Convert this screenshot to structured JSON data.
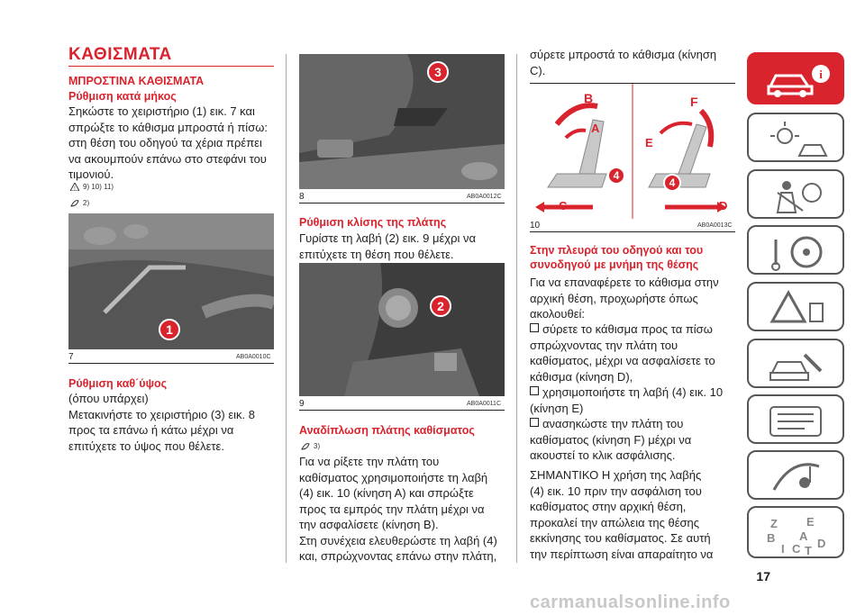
{
  "section": {
    "title": "ΚΑΘΙΣΜΑΤΑ"
  },
  "col1": {
    "subtitle": "ΜΠΡΟΣΤΙΝΑ ΚΑΘΙΣΜΑΤΑ",
    "heading1": "Ρύθμιση κατά μήκος",
    "para1": [
      "Σηκώστε το χειριστήριο (1) εικ. 7 και",
      "σπρώξτε το κάθισμα μπροστά ή πίσω:",
      "στη θέση του οδηγού τα χέρια πρέπει",
      "να ακουμπούν επάνω στο στεφάνι του",
      "τιμονιού."
    ],
    "warn_refs": "9) 10) 11)",
    "note_refs": "2)",
    "fig7": {
      "num": "7",
      "code": "AB0A0010C",
      "badge": "1"
    },
    "heading2": "Ρύθμιση καθ΄ύψος",
    "para2": [
      "(όπου υπάρχει)",
      "Μετακινήστε το χειριστήριο (3) εικ. 8",
      "προς τα επάνω ή κάτω μέχρι να",
      "επιτύχετε το ύψος που θέλετε."
    ]
  },
  "col2": {
    "fig8": {
      "num": "8",
      "code": "AB0A0012C",
      "badge": "3"
    },
    "heading1": "Ρύθμιση κλίσης της πλάτης",
    "para1": [
      "Γυρίστε τη λαβή (2) εικ. 9 μέχρι να",
      "επιτύχετε τη θέση που θέλετε."
    ],
    "fig9": {
      "num": "9",
      "code": "AB0A0011C",
      "badge": "2"
    },
    "heading2": "Αναδίπλωση πλάτης καθίσματος",
    "note_refs": "3)",
    "para2": [
      "Για να ρίξετε την πλάτη του",
      "καθίσματος χρησιμοποιήστε τη λαβή",
      "(4) εικ. 10 (κίνηση Α) και σπρώξτε",
      "προς τα εμπρός την πλάτη μέχρι να",
      "την ασφαλίσετε (κίνηση Β).",
      "Στη συνέχεια ελευθερώστε τη λαβή (4)",
      "και, σπρώχνοντας επάνω στην πλάτη,"
    ]
  },
  "col3": {
    "para1": [
      "σύρετε μπροστά το κάθισμα (κίνηση",
      "C)."
    ],
    "fig10": {
      "num": "10",
      "code": "AB0A0013C",
      "labels": [
        "B",
        "A",
        "4",
        "C",
        "F",
        "E",
        "4",
        "D"
      ]
    },
    "heading1": [
      "Στην πλευρά του οδηγού και του",
      "συνοδηγού με μνήμη της θέσης"
    ],
    "para2": [
      "Για να επαναφέρετε το κάθισμα στην",
      "αρχική θέση, προχωρήστε όπως",
      "ακολουθεί:"
    ],
    "bullets": [
      [
        "σύρετε το κάθισμα προς τα πίσω",
        "σπρώχνοντας την πλάτη του",
        "καθίσματος, μέχρι να ασφαλίσετε το",
        "κάθισμα (κίνηση D),"
      ],
      [
        "χρησιμοποιήστε τη λαβή (4) εικ. 10",
        "(κίνηση Ε)"
      ],
      [
        "ανασηκώστε την πλάτη του",
        "καθίσματος (κίνηση F) μέχρι να",
        "ακουστεί το κλικ ασφάλισης."
      ]
    ],
    "para3": [
      "ΣΗΜΑΝΤΙΚΟ Η χρήση της λαβής",
      "(4) εικ. 10 πριν την ασφάλιση του",
      "καθίσματος στην αρχική θέση,",
      "προκαλεί την απώλεια της θέσης",
      "εκκίνησης του καθίσματος. Σε αυτή",
      "την περίπτωση είναι απαραίτητο να"
    ]
  },
  "sidebar": {
    "tabs": [
      "car-info-icon",
      "dashboard-lights-icon",
      "airbag-icon",
      "steering-key-icon",
      "warning-triangle-icon",
      "wrench-car-icon",
      "gauge-icon",
      "media-icon",
      "index-icon"
    ],
    "index_letters": [
      "Z",
      "E",
      "A",
      "B",
      "I",
      "C",
      "T",
      "D"
    ]
  },
  "footer": {
    "page_number": "17",
    "watermark": "carmanualsonline.info"
  },
  "colors": {
    "accent": "#d9232d"
  }
}
